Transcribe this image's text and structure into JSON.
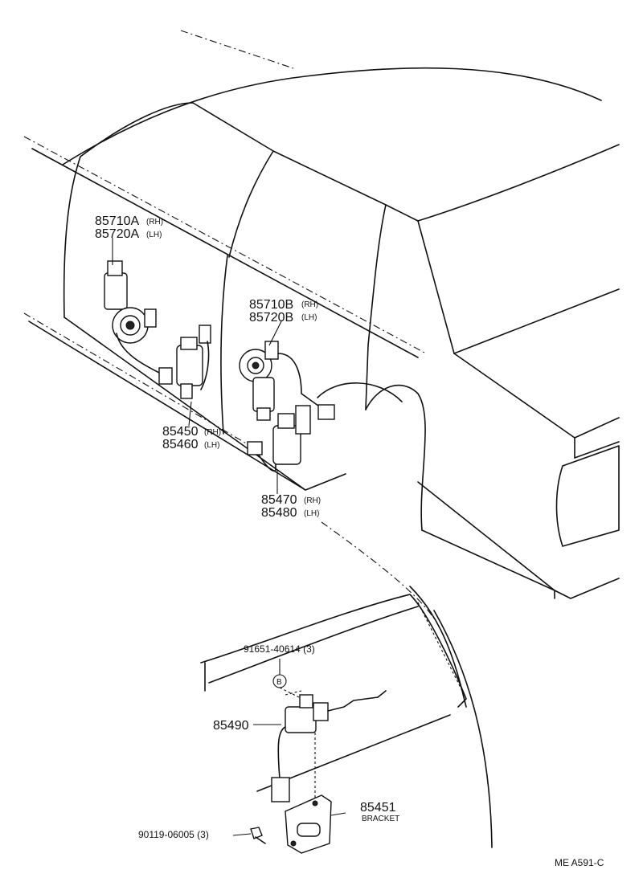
{
  "labels": {
    "p85710a": "85710A",
    "p85710a_side": "(RH)",
    "p85720a": "85720A",
    "p85720a_side": "(LH)",
    "p85710b": "85710B",
    "p85710b_side": "(RH)",
    "p85720b": "85720B",
    "p85720b_side": "(LH)",
    "p85450": "85450",
    "p85450_side": "(RH)",
    "p85460": "85460",
    "p85460_side": "(LH)",
    "p85470": "85470",
    "p85470_side": "(RH)",
    "p85480": "85480",
    "p85480_side": "(LH)",
    "p91651": "91651-40614 (3)",
    "marker_b": "B",
    "p85490": "85490",
    "p85451": "85451",
    "p85451_desc": "BRACKET",
    "p90119": "90119-06005 (3)",
    "ref_code": "ME  A591-C"
  }
}
